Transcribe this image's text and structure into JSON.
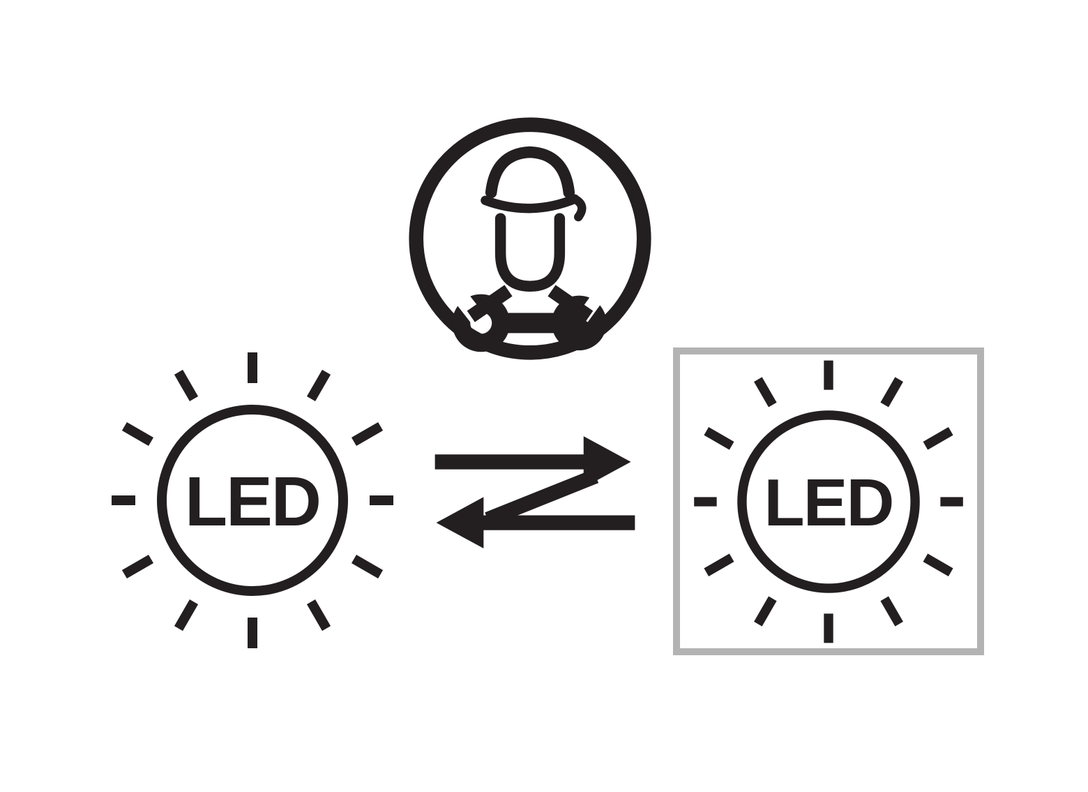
{
  "pictogram": {
    "meaning": "LED light source replaceable by a qualified technician",
    "technician": {
      "icon": "technician-service-icon"
    },
    "exchange": {
      "icon": "exchange-arrows-icon"
    },
    "led_left": {
      "label": "LED",
      "icon": "led-sun-icon"
    },
    "led_right": {
      "label": "LED",
      "icon": "led-sun-icon-framed"
    },
    "colors": {
      "ink": "#231f20",
      "frame_gray": "#b3b3b3",
      "background": "#ffffff"
    }
  }
}
